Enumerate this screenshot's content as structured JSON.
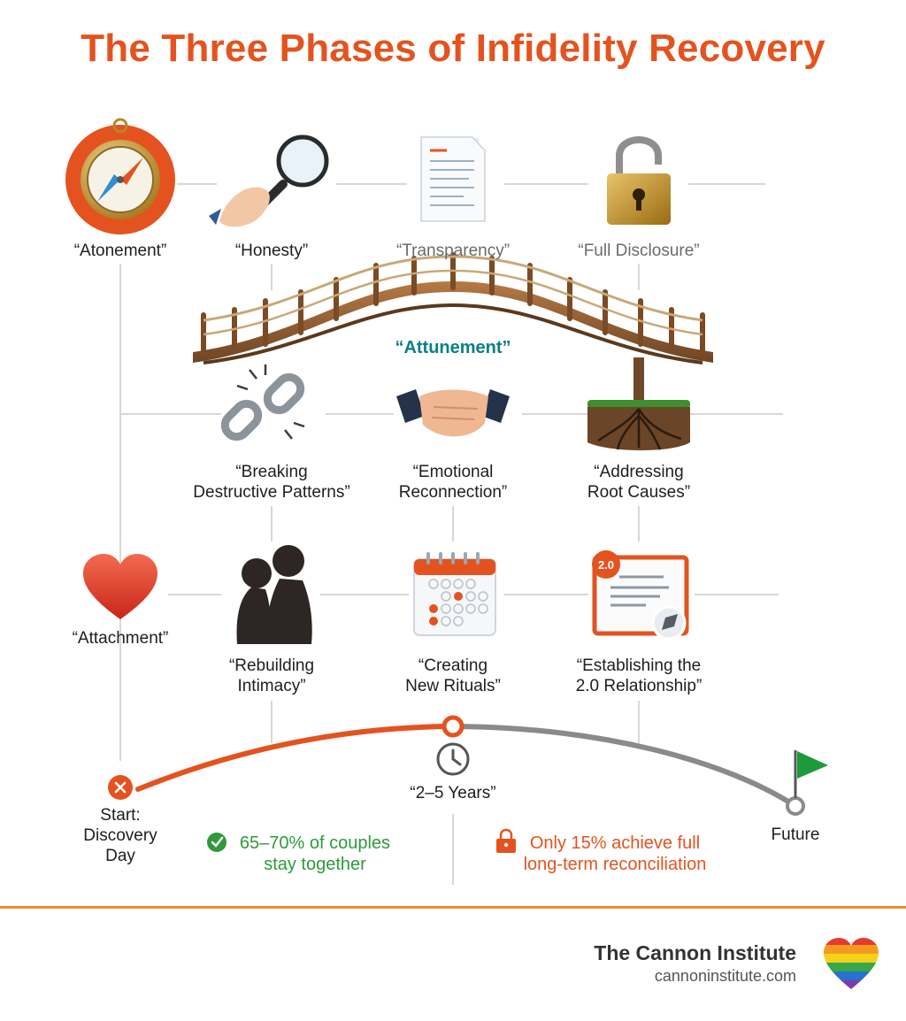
{
  "title": "The Three Phases of Infidelity Recovery",
  "colors": {
    "accent": "#e4531f",
    "teal": "#0b7f86",
    "green": "#2e9a3b",
    "gray_line": "#d6d6d6",
    "footer_rule": "#ef8a2a"
  },
  "phase1": {
    "nodes": [
      {
        "label": "“Atonement”",
        "icon": "compass-icon"
      },
      {
        "label": "“Honesty”",
        "icon": "magnifying-glass-icon"
      },
      {
        "label": "“Transparency”",
        "icon": "document-icon"
      },
      {
        "label": "“Full Disclosure”",
        "icon": "padlock-icon"
      }
    ]
  },
  "phase2": {
    "title": "“Attunement”",
    "bridge_icon": "bridge-icon",
    "nodes": [
      {
        "label": "“Breaking\nDestructive Patterns”",
        "icon": "broken-chain-icon"
      },
      {
        "label": "“Emotional\nReconnection”",
        "icon": "handshake-icon"
      },
      {
        "label": "“Addressing\nRoot Causes”",
        "icon": "tree-roots-icon"
      }
    ]
  },
  "phase3": {
    "nodes": [
      {
        "label": "“Attachment”",
        "icon": "heart-icon"
      },
      {
        "label": "“Rebuilding\nIntimacy”",
        "icon": "couple-silhouette-icon"
      },
      {
        "label": "“Creating\nNew Rituals”",
        "icon": "calendar-icon"
      },
      {
        "label": "“Establishing the\n2.0 Relationship”",
        "icon": "certificate-icon",
        "badge": "2.0"
      }
    ]
  },
  "timeline": {
    "start_label": "Start:\nDiscovery\nDay",
    "mid_label": "“2–5 Years”",
    "end_label": "Future",
    "stat_left": "65–70% of couples\nstay together",
    "stat_right": "Only 15% achieve full\nlong-term reconciliation"
  },
  "footer": {
    "brand": "The Cannon Institute",
    "url": "cannoninstitute.com",
    "logo": "rainbow-heart-icon"
  }
}
